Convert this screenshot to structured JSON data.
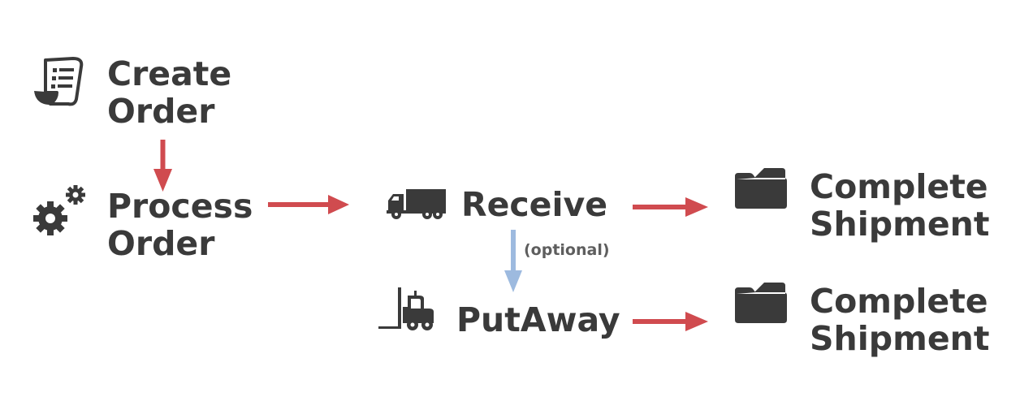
{
  "colors": {
    "text": "#3a3a3a",
    "icon": "#3a3a3a",
    "main_arrow": "#d04b4f",
    "optional_arrow": "#9dbadf"
  },
  "steps": {
    "create_order": {
      "line1": "Create",
      "line2": "Order",
      "icon": "order-document-icon"
    },
    "process_order": {
      "line1": "Process",
      "line2": "Order",
      "icon": "gears-icon"
    },
    "receive": {
      "label": "Receive",
      "icon": "truck-icon"
    },
    "putaway": {
      "label": "PutAway",
      "icon": "forklift-icon"
    },
    "complete_shipment_top": {
      "line1": "Complete",
      "line2": "Shipment",
      "icon": "folder-icon"
    },
    "complete_shipment_bottom": {
      "line1": "Complete",
      "line2": "Shipment",
      "icon": "folder-icon"
    }
  },
  "optional_note": "(optional)"
}
